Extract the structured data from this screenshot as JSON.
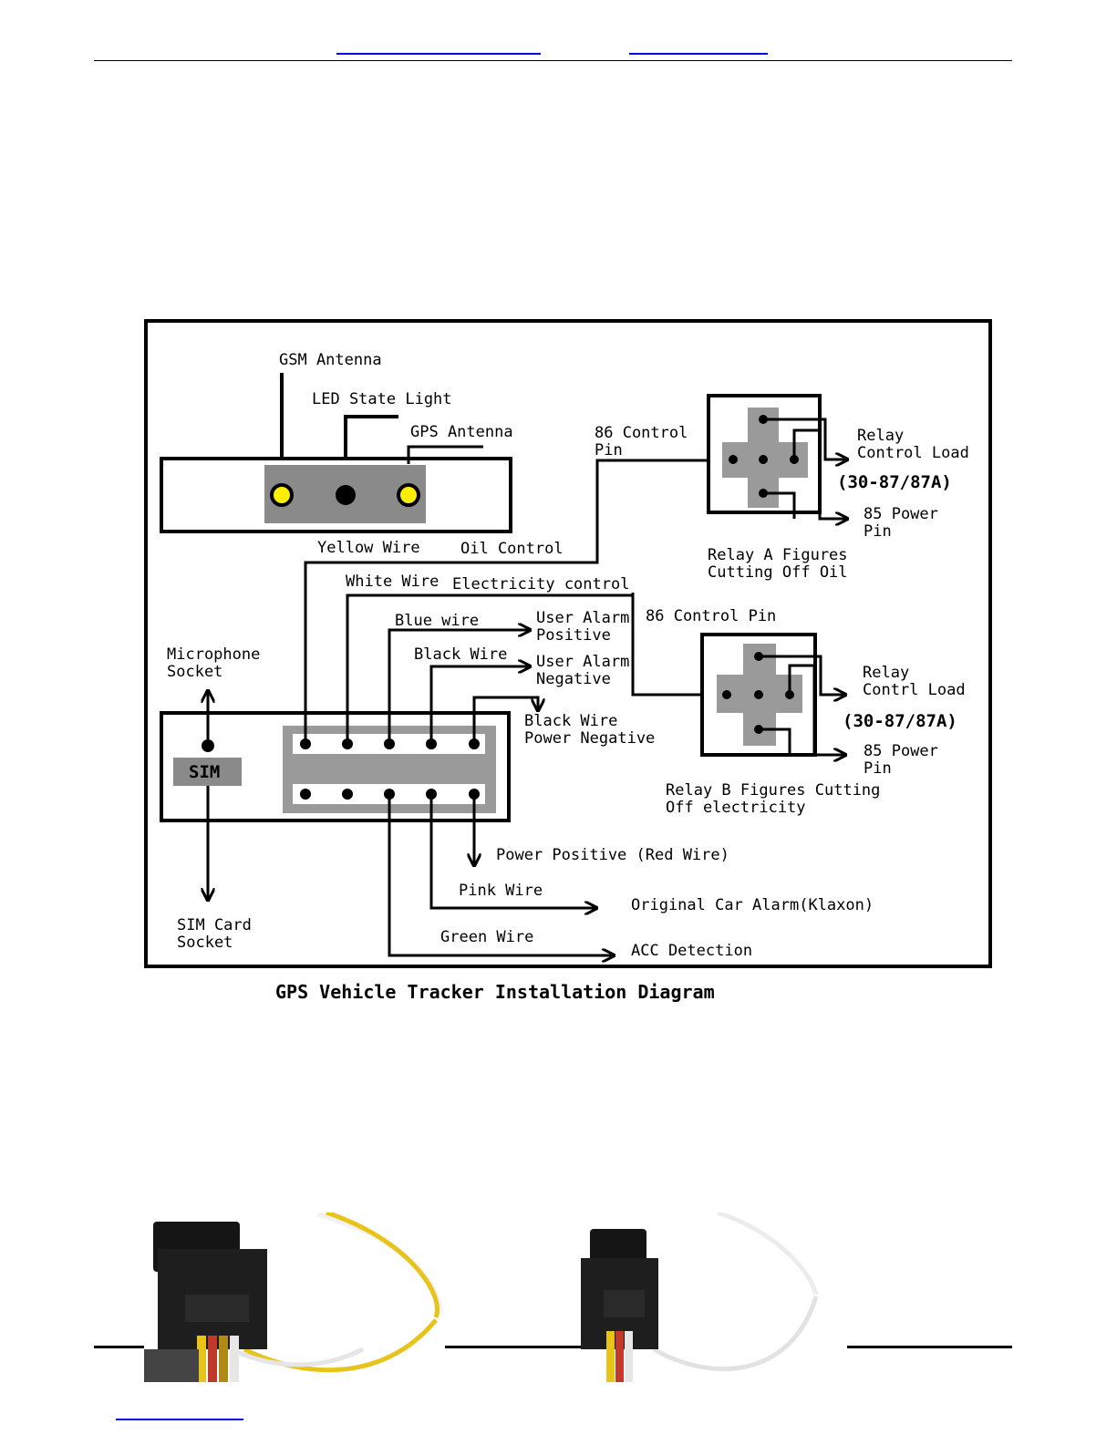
{
  "diagram": {
    "title": "GPS Vehicle Tracker Installation Diagram",
    "labels": {
      "gsm_antenna": "GSM Antenna",
      "led_state_light": "LED State Light",
      "gps_antenna": "GPS Antenna",
      "ctrl86_a_line1": "86 Control",
      "ctrl86_a_line2": "Pin",
      "yellow_wire": "Yellow Wire",
      "oil_control": "Oil Control",
      "white_wire": "White Wire",
      "electricity_control": "Electricity control",
      "blue_wire": "Blue wire",
      "user_alarm_pos_1": "User Alarm",
      "user_alarm_pos_2": "Positive",
      "black_wire_1": "Black Wire",
      "user_alarm_neg_1": "User Alarm",
      "user_alarm_neg_2": "Negative",
      "black_wire_2": "Black Wire",
      "power_negative": "Power Negative",
      "ctrl86_b": "86 Control Pin",
      "microphone_1": "Microphone",
      "microphone_2": "Socket",
      "sim": "SIM",
      "relay_a_load_1": "Relay",
      "relay_a_load_2": "Control Load",
      "relay_a_pins": "(30-87/87A)",
      "relay_a_85_1": "85 Power",
      "relay_a_85_2": "Pin",
      "relay_a_fig_1": "Relay A Figures",
      "relay_a_fig_2": "Cutting Off Oil",
      "relay_b_load_1": "Relay",
      "relay_b_load_2": "Contrl Load",
      "relay_b_pins": "(30-87/87A)",
      "relay_b_85_1": "85 Power",
      "relay_b_85_2": "Pin",
      "relay_b_fig_1": "Relay B Figures Cutting",
      "relay_b_fig_2": "Off electricity",
      "power_positive": "Power Positive (Red Wire)",
      "pink_wire": "Pink Wire",
      "original_alarm": "Original Car Alarm(Klaxon)",
      "sim_card_1": "SIM Card",
      "sim_card_2": "Socket",
      "green_wire": "Green Wire",
      "acc_detection": "ACC Detection"
    }
  },
  "photos": [
    {
      "name": "relay-photo-a",
      "wires": [
        "#e8c31a",
        "#f2f2f2",
        "#c0392b"
      ]
    },
    {
      "name": "relay-photo-b",
      "wires": [
        "#f2f2f2",
        "#e8c31a",
        "#c0392b"
      ]
    }
  ]
}
